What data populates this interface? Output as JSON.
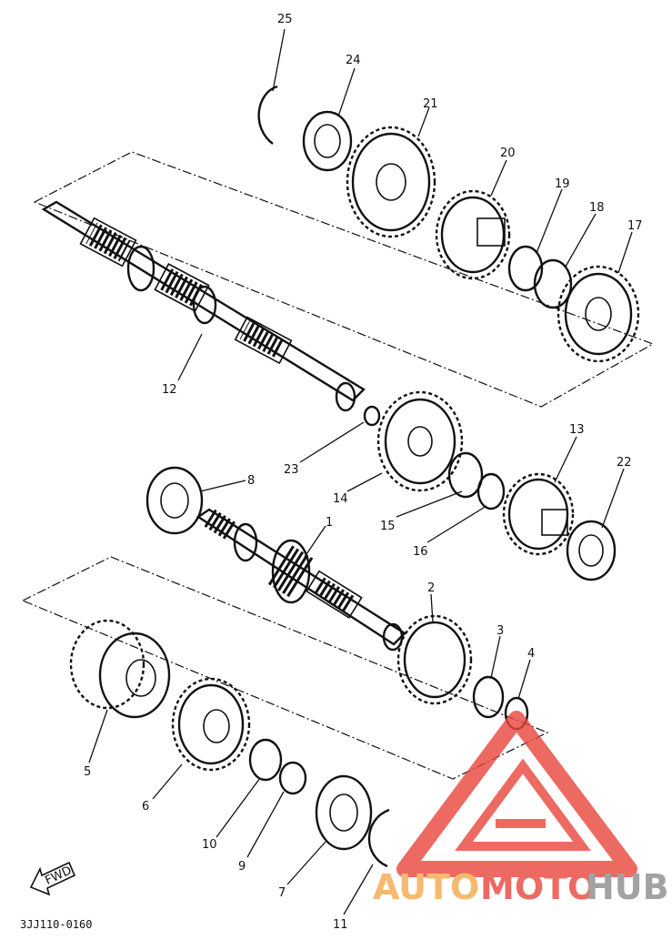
{
  "diagram": {
    "code": "3JJ110-0160",
    "fwd": "FWD",
    "parts": [
      "1",
      "2",
      "3",
      "4",
      "5",
      "6",
      "7",
      "8",
      "9",
      "10",
      "11",
      "12",
      "13",
      "14",
      "15",
      "16",
      "17",
      "18",
      "19",
      "20",
      "21",
      "22",
      "23",
      "24",
      "25"
    ]
  },
  "watermark": {
    "text_a": "AUTO",
    "text_b": "MOTO",
    "text_c": "HUB",
    "colors": {
      "red": "#e8463c",
      "orange": "#f5a84a",
      "gray": "#8b8b8b"
    }
  }
}
